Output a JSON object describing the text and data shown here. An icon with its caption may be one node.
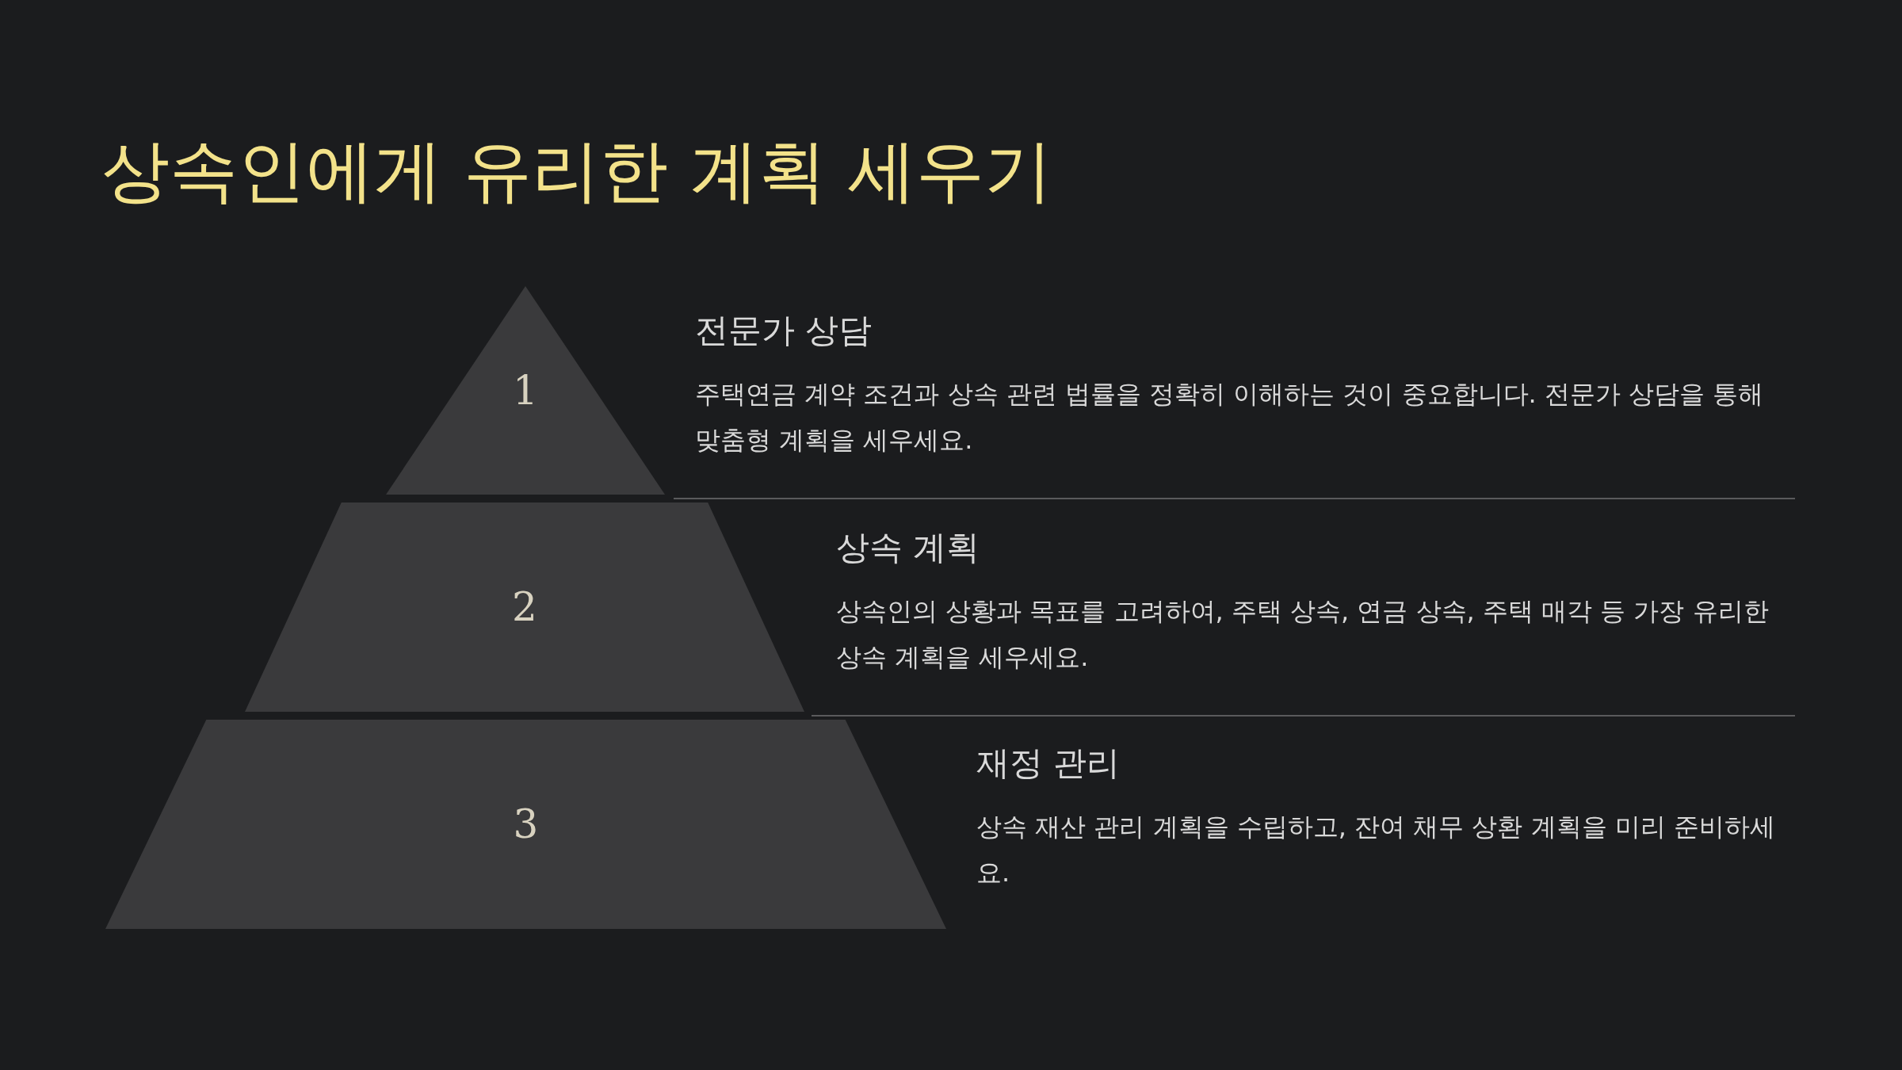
{
  "diagram": {
    "title": "상속인에게 유리한 계획 세우기",
    "nodes": [
      {
        "text": [
          "1"
        ],
        "beside": [
          "전문가 상담",
          "주택연금 계약 조건과 상속 관련 법률을 정확히 이해하는 것이 중요합니다. 전문가 상담을 통해 맞춤형 계획을 세우세요."
        ]
      },
      {
        "text": [
          "2"
        ],
        "beside": [
          "상속 계획",
          "상속인의 상황과 목표를 고려하여, 주택 상속, 연금 상속, 주택 매각 등 가장 유리한 상속 계획을 세우세요."
        ]
      },
      {
        "text": [
          "3"
        ],
        "beside": [
          "재정 관리",
          "상속 재산 관리 계획을 수립하고, 잔여 채무 상환 계획을 미리 준비하세요."
        ]
      }
    ]
  }
}
